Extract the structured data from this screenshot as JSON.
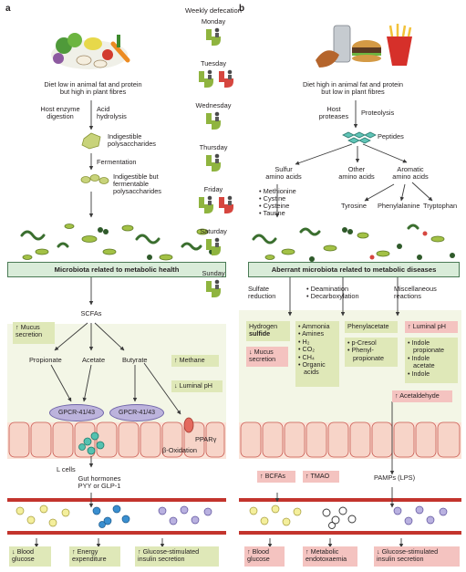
{
  "panel_a": {
    "letter": "a",
    "diet": [
      "Diet low in animal fat and protein",
      "but high in plant fibres"
    ],
    "host_enzyme": [
      "Host enzyme",
      "digestion"
    ],
    "acid_hydrolysis": [
      "Acid",
      "hydrolysis"
    ],
    "indigestible": [
      "Indigestible",
      "polysaccharides"
    ],
    "fermentation": "Fermentation",
    "fermentable": [
      "Indigestible but",
      "fermentable",
      "polysaccharides"
    ],
    "banner": "Microbiota related to metabolic health",
    "scfas": "SCFAs",
    "mucus": [
      "↑ Mucus",
      "secretion"
    ],
    "propionate": "Propionate",
    "acetate": "Acetate",
    "butyrate": "Butyrate",
    "methane": "↑ Methane",
    "luminal_ph": "↓ Luminal pH",
    "gpcr_left": "GPCR-41/43",
    "gpcr_right": "GPCR-41/43",
    "ppar": "PPARγ",
    "beta_ox": "β-Oxidation",
    "l_cells": "L cells",
    "gut_hormones": [
      "Gut hormones",
      "PYY or GLP-1"
    ],
    "out_glucose": [
      "↓ Blood",
      "glucose"
    ],
    "out_energy": [
      "↑ Energy",
      "expenditure"
    ],
    "out_insulin": [
      "↑ Glucose-stimulated",
      "insulin secretion"
    ]
  },
  "weekly": {
    "title": "Weekly defecation",
    "days": [
      "Monday",
      "Tuesday",
      "Wednesday",
      "Thursday",
      "Friday",
      "Saturday",
      "Sunday"
    ]
  },
  "panel_b": {
    "letter": "b",
    "diet": [
      "Diet high in animal fat and protein",
      "but low in plant fibres"
    ],
    "host_proteases": [
      "Host",
      "proteases"
    ],
    "proteolysis": "Proteolysis",
    "peptides": "Peptides",
    "sulfur": [
      "Sulfur",
      "amino acids"
    ],
    "other": [
      "Other",
      "amino acids"
    ],
    "aromatic": [
      "Aromatic",
      "amino acids"
    ],
    "sulfur_list": [
      "• Methionine",
      "• Cystine",
      "• Cysteine",
      "• Taurine"
    ],
    "tyrosine": "Tyrosine",
    "phenylalanine": "Phenylalanine",
    "tryptophan": "Tryptophan",
    "banner": "Aberrant microbiota related to metabolic diseases",
    "sulfate_red": [
      "Sulfate",
      "reduction"
    ],
    "deamination": [
      "• Deamination",
      "• Decarboxylation"
    ],
    "misc": [
      "Miscellaneous",
      "reactions"
    ],
    "hydrogen": [
      "Hydrogen",
      "sulfide"
    ],
    "ammonia": [
      "• Ammonia",
      "• Amines",
      "• H₂",
      "• CO₂",
      "• CH₄",
      "• Organic",
      "   acids"
    ],
    "phenylacetate": "Phenylacetate",
    "luminal_ph": "↑ Luminal pH",
    "mucus": [
      "↓ Mucus",
      "secretion"
    ],
    "cresol": [
      "• p-Cresol",
      "• Phenyl-",
      "   propionate"
    ],
    "indole_list": [
      "• Indole",
      "   propionate",
      "• Indole",
      "   acetate",
      "• Indole"
    ],
    "acetaldehyde": "↑ Acetaldehyde",
    "bcfas": "↑ BCFAs",
    "tmao": "↑ TMAO",
    "pamps": "PAMPs (LPS)",
    "out_glucose": [
      "↑ Blood",
      "glucose"
    ],
    "out_endo": [
      "↑ Metabolic",
      "endotoxaemia"
    ],
    "out_insulin": [
      "↓ Glucose-stimulated",
      "insulin secretion"
    ]
  },
  "colors": {
    "green_box": "#dfe8b8",
    "pink_box": "#f4c3c0",
    "banner": "#d9ecd9",
    "epithelium": "#fbe3d8",
    "vessel": "#c3342d",
    "lumen": "#f2f5e4",
    "toilet_green": "#8fb43f",
    "toilet_red": "#d6463f",
    "gpcr": "#bcb3dc"
  }
}
